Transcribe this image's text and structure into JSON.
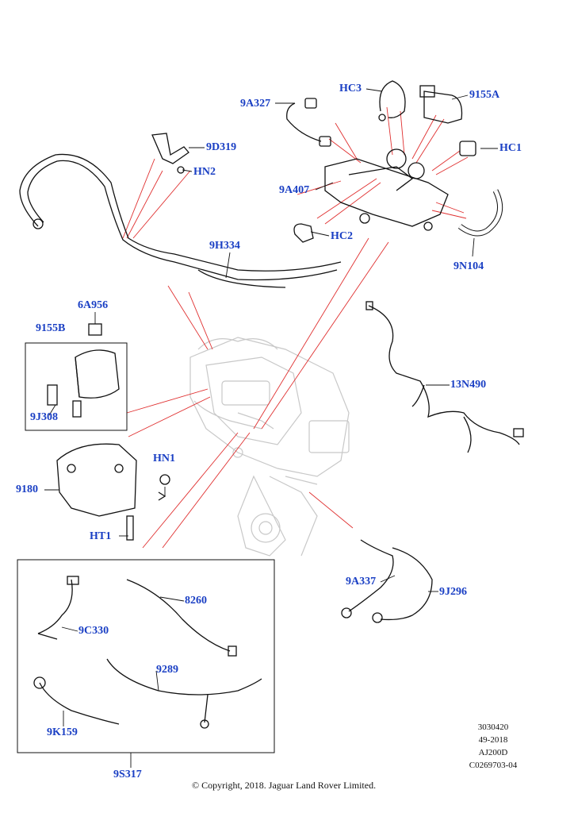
{
  "labels": {
    "hc3": "HC3",
    "p9155a": "9155A",
    "p9a327": "9A327",
    "hc1": "HC1",
    "p9d319": "9D319",
    "hn2": "HN2",
    "p9a407": "9A407",
    "hc2": "HC2",
    "p9h334": "9H334",
    "p9n104": "9N104",
    "p6a956": "6A956",
    "p9155b": "9155B",
    "p13n490": "13N490",
    "p9j308": "9J308",
    "hn1": "HN1",
    "p9180": "9180",
    "ht1": "HT1",
    "p8260": "8260",
    "p9a337": "9A337",
    "p9j296": "9J296",
    "p9c330": "9C330",
    "p9289": "9289",
    "p9k159": "9K159",
    "p9s317": "9S317"
  },
  "reference": {
    "line1": "3030420",
    "line2": "49-2018",
    "line3": "AJ200D",
    "line4": "C0269703-04"
  },
  "copyright": "© Copyright, 2018. Jaguar Land Rover Limited.",
  "colors": {
    "label": "#1a3fc4",
    "leader": "#e03030",
    "line": "#111111",
    "ghost": "#c8c8c8"
  }
}
